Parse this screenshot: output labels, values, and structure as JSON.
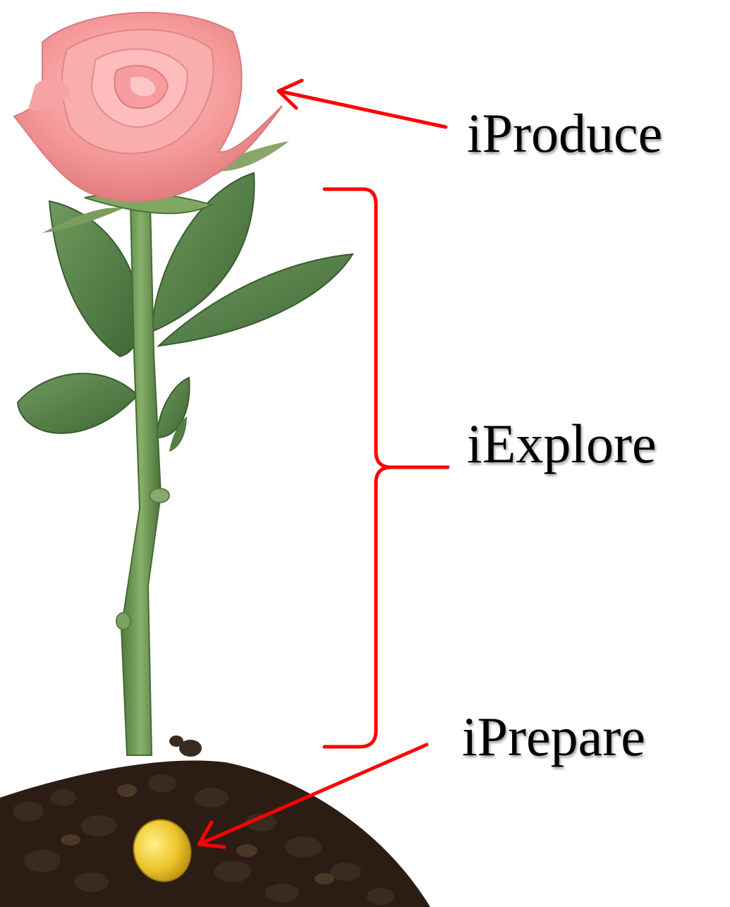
{
  "labels": {
    "produce": "iProduce",
    "explore": "iExplore",
    "prepare": "iPrepare"
  },
  "colors": {
    "annotation": "#ff0000",
    "petal": "#f7a0a0",
    "leaf": "#4f7a45",
    "stem": "#6f9a52",
    "soil": "#2b1d14",
    "seed": "#e9c42a"
  }
}
